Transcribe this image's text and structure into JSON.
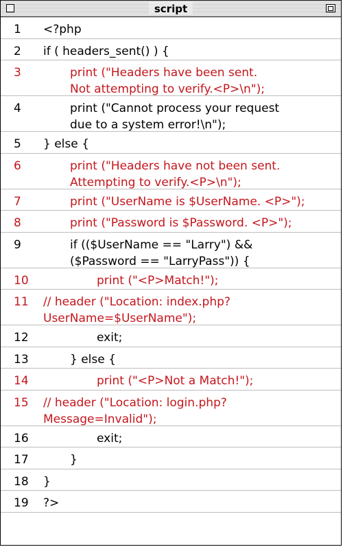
{
  "window": {
    "title": "script"
  },
  "colors": {
    "highlight": "#c4161c",
    "normal": "#000000",
    "rule": "#bdbdbd"
  },
  "lines": [
    {
      "num": "1",
      "text": [
        "<?php"
      ],
      "indent": 0,
      "red": false
    },
    {
      "num": "2",
      "text": [
        "if ( headers_sent() ) {"
      ],
      "indent": 0,
      "red": false
    },
    {
      "num": "3",
      "text": [
        "print (\"Headers have been sent.",
        "Not attempting to verify.<P>\\n\");"
      ],
      "indent": 1,
      "red": true
    },
    {
      "num": "4",
      "text": [
        "print (\"Cannot process your request",
        "due to a system error!\\n\");"
      ],
      "indent": 1,
      "red": false
    },
    {
      "num": "5",
      "text": [
        "} else {"
      ],
      "indent": 0,
      "red": false
    },
    {
      "num": "6",
      "text": [
        "print (\"Headers have not been sent.",
        "Attempting to verify.<P>\\n\");"
      ],
      "indent": 1,
      "red": true
    },
    {
      "num": "7",
      "text": [
        "print (\"UserName is $UserName. <P>\");"
      ],
      "indent": 1,
      "red": true
    },
    {
      "num": "8",
      "text": [
        "print (\"Password is $Password. <P>\");"
      ],
      "indent": 1,
      "red": true
    },
    {
      "num": "9",
      "text": [
        "if (($UserName == \"Larry\") &&",
        "($Password == \"LarryPass\")) {"
      ],
      "indent": 1,
      "red": false
    },
    {
      "num": "10",
      "text": [
        "print (\"<P>Match!\");"
      ],
      "indent": 2,
      "red": true
    },
    {
      "num": "11",
      "text": [
        "// header (\"Location: index.php?",
        "UserName=$UserName\");"
      ],
      "indent": 0,
      "red": true
    },
    {
      "num": "12",
      "text": [
        "exit;"
      ],
      "indent": 2,
      "red": false
    },
    {
      "num": "13",
      "text": [
        "} else {"
      ],
      "indent": 1,
      "red": false
    },
    {
      "num": "14",
      "text": [
        "print (\"<P>Not a Match!\");"
      ],
      "indent": 2,
      "red": true
    },
    {
      "num": "15",
      "text": [
        "// header (\"Location: login.php?",
        "Message=Invalid\");"
      ],
      "indent": 0,
      "red": true
    },
    {
      "num": "16",
      "text": [
        "exit;"
      ],
      "indent": 2,
      "red": false
    },
    {
      "num": "17",
      "text": [
        "}"
      ],
      "indent": 1,
      "red": false
    },
    {
      "num": "18",
      "text": [
        "}"
      ],
      "indent": 0,
      "red": false
    },
    {
      "num": "19",
      "text": [
        "?>"
      ],
      "indent": 0,
      "red": false
    }
  ]
}
